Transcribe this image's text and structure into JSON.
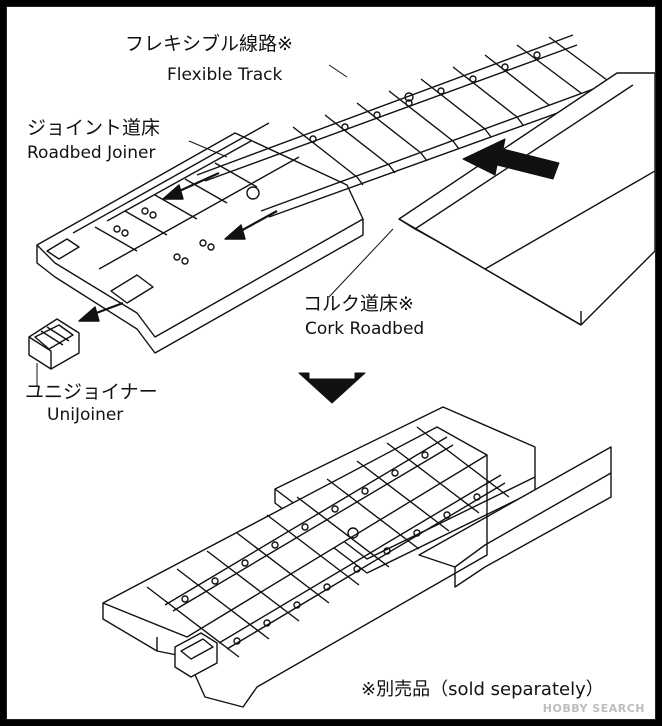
{
  "labels": {
    "flexible_track_jp": "フレキシブル線路※",
    "flexible_track_en": "Flexible Track",
    "roadbed_joiner_jp": "ジョイント道床",
    "roadbed_joiner_en": "Roadbed Joiner",
    "cork_roadbed_jp": "コルク道床※",
    "cork_roadbed_en": "Cork Roadbed",
    "unijoiner_jp": "ユニジョイナー",
    "unijoiner_en": "UniJoiner"
  },
  "note": "※別売品（sold separately）",
  "watermark": "HOBBY SEARCH",
  "colors": {
    "line": "#111111",
    "background": "#ffffff",
    "border": "#000000"
  }
}
